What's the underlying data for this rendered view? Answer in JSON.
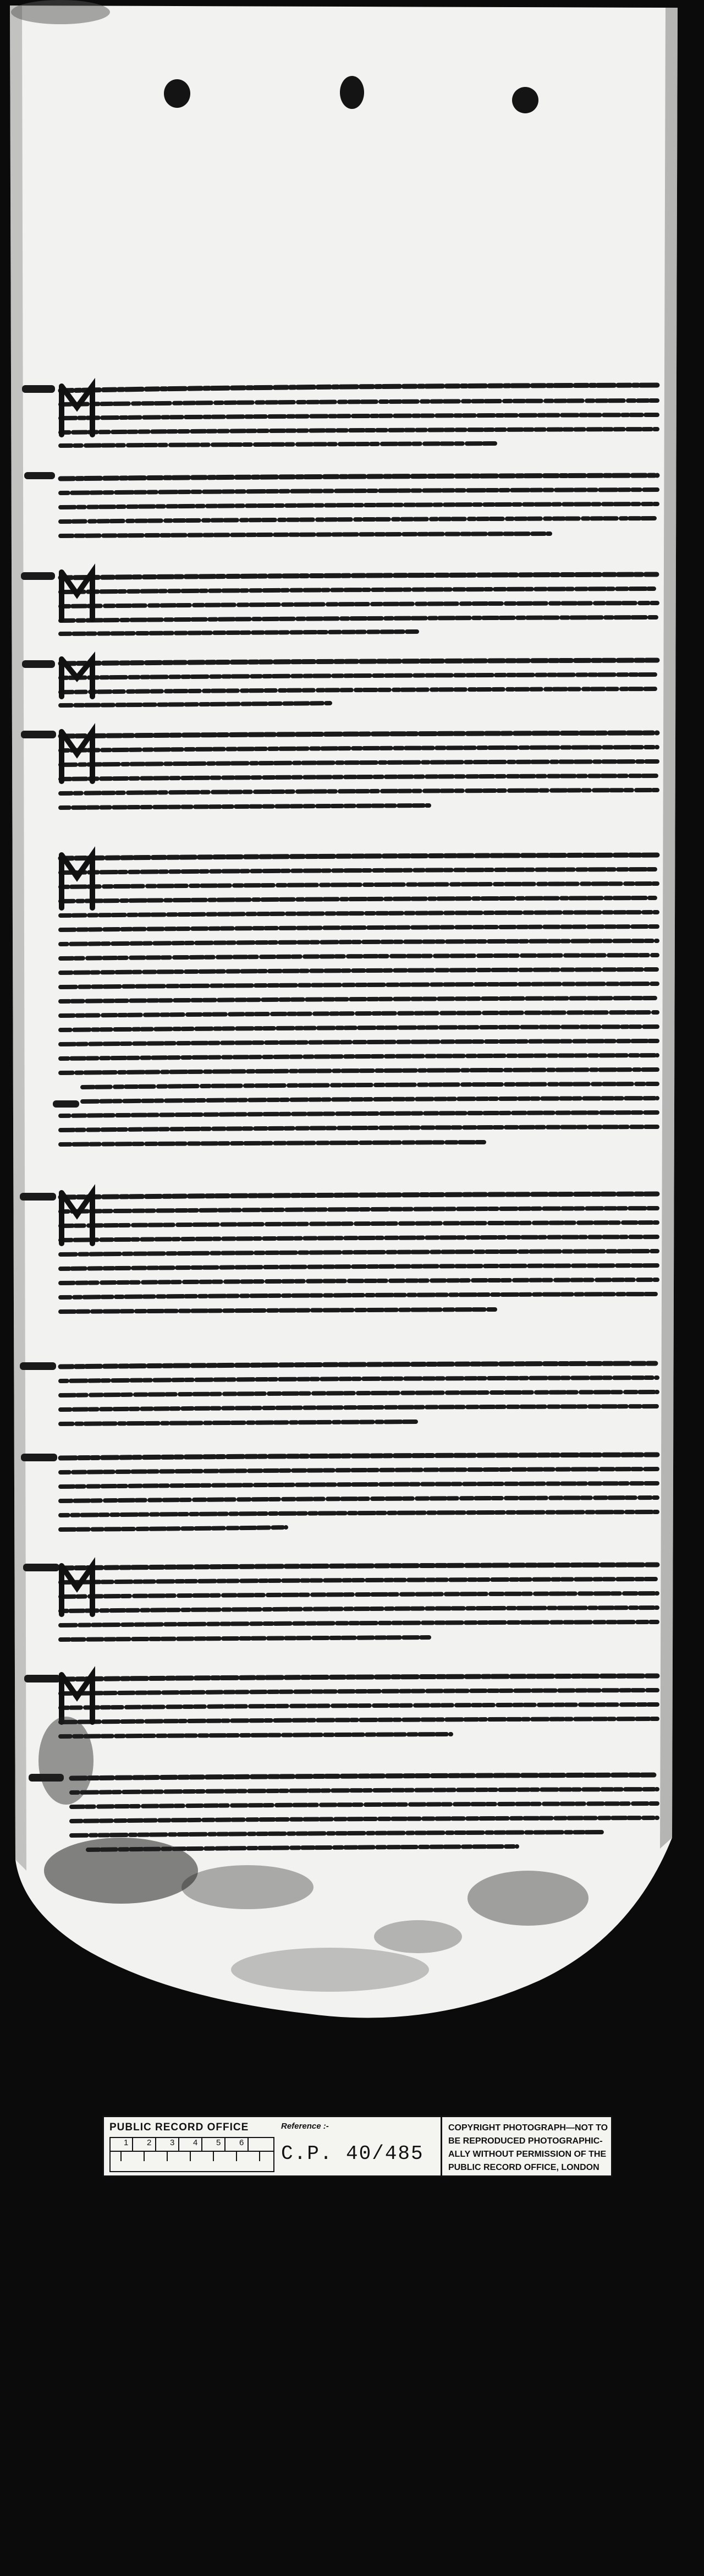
{
  "document": {
    "reference_label": "Reference :-",
    "reference": "C.P. 40/485",
    "office": "PUBLIC RECORD OFFICE",
    "ruler_numbers": [
      "1",
      "2",
      "3",
      "4",
      "5",
      "6"
    ],
    "copyright_lines": [
      "COPYRIGHT PHOTOGRAPH—NOT TO",
      "BE REPRODUCED PHOTOGRAPHIC-",
      "ALLY WITHOUT PERMISSION OF THE",
      "PUBLIC RECORD OFFICE, LONDON"
    ]
  },
  "colors": {
    "background": "#0b0b0b",
    "parchment": "#f4f4f4",
    "ink": "#1a1a1a"
  }
}
